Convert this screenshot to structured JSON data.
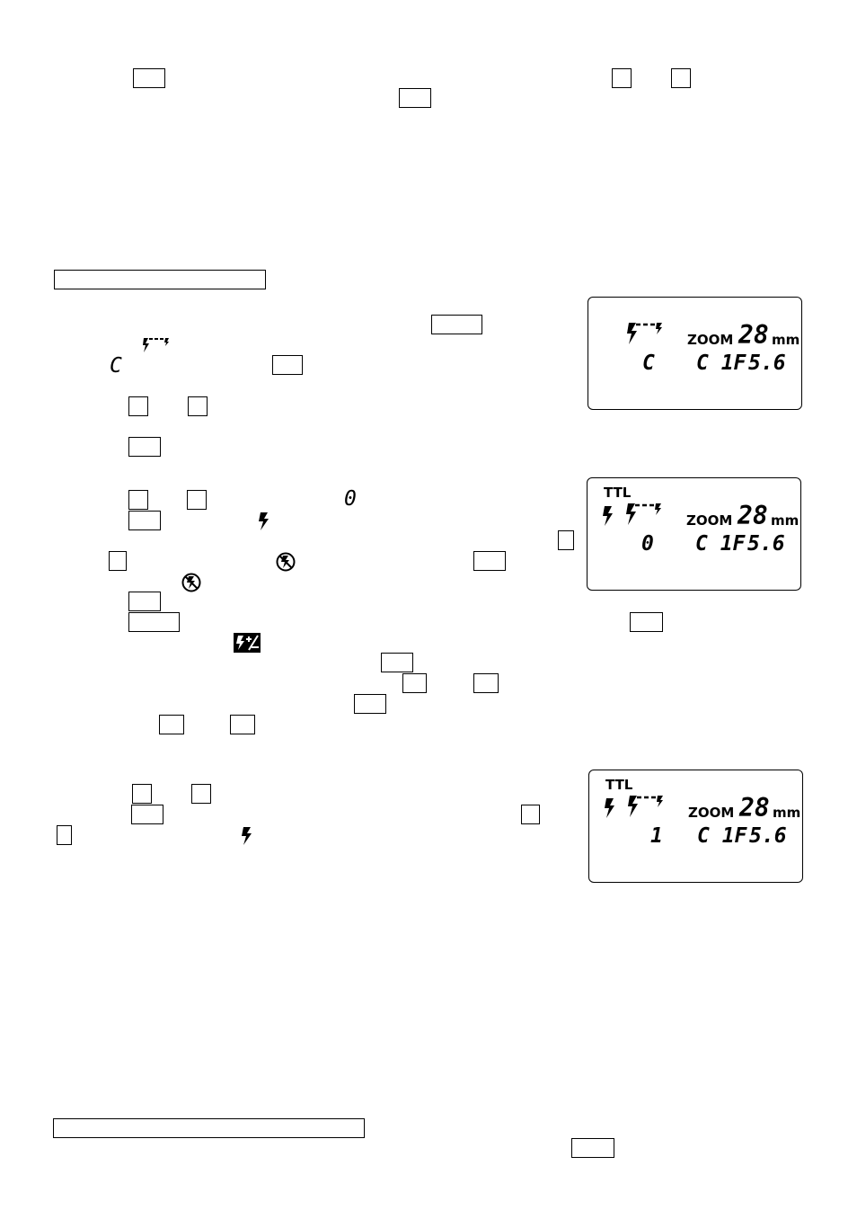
{
  "lcd_panels": [
    {
      "ttl": "",
      "zoom_label": "ZOOM",
      "zoom_value": "28",
      "zoom_unit": "mm",
      "channel": "C",
      "group_f": "C 1F",
      "aperture": "5.6"
    },
    {
      "ttl": "TTL",
      "zoom_label": "ZOOM",
      "zoom_value": "28",
      "zoom_unit": "mm",
      "channel": "0",
      "group_f": "C 1F",
      "aperture": "5.6"
    },
    {
      "ttl": "TTL",
      "zoom_label": "ZOOM",
      "zoom_value": "28",
      "zoom_unit": "mm",
      "channel": "1",
      "group_f": "C 1F",
      "aperture": "5.6"
    }
  ],
  "inline_glyphs": {
    "channel_c": "C",
    "channel_0": "0"
  },
  "icons": [
    "wireless-flash-icon",
    "flash-icon",
    "flash-off-icon",
    "flash-compensation-icon"
  ]
}
